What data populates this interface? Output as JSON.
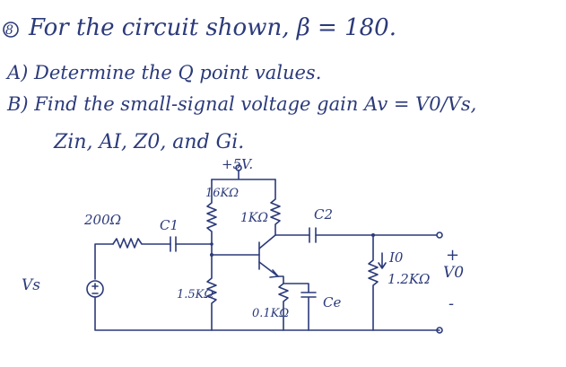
{
  "problem": {
    "number": "8",
    "line1": "For the circuit shown, β = 180.",
    "line2": "A) Determine the Q point values.",
    "line3": "B) Find the small-signal voltage gain Av = V0/Vs,",
    "line4": "Zin, AI, Z0, and Gi."
  },
  "circuit": {
    "supply": "+5V.",
    "r_bias_top": "16KΩ",
    "r_collector": "1KΩ",
    "c2": "C2",
    "r_source": "200Ω",
    "c1": "C1",
    "io": "I0",
    "r_load": "1.2KΩ",
    "vo_plus": "+",
    "vo": "V0",
    "vo_minus": "-",
    "vs": "Vs",
    "r_bias_bottom": "1.5KΩ",
    "r_emitter": "0.1KΩ",
    "ce": "Ce"
  },
  "colors": {
    "ink": "#2b3a7a",
    "paper": "#ffffff"
  }
}
